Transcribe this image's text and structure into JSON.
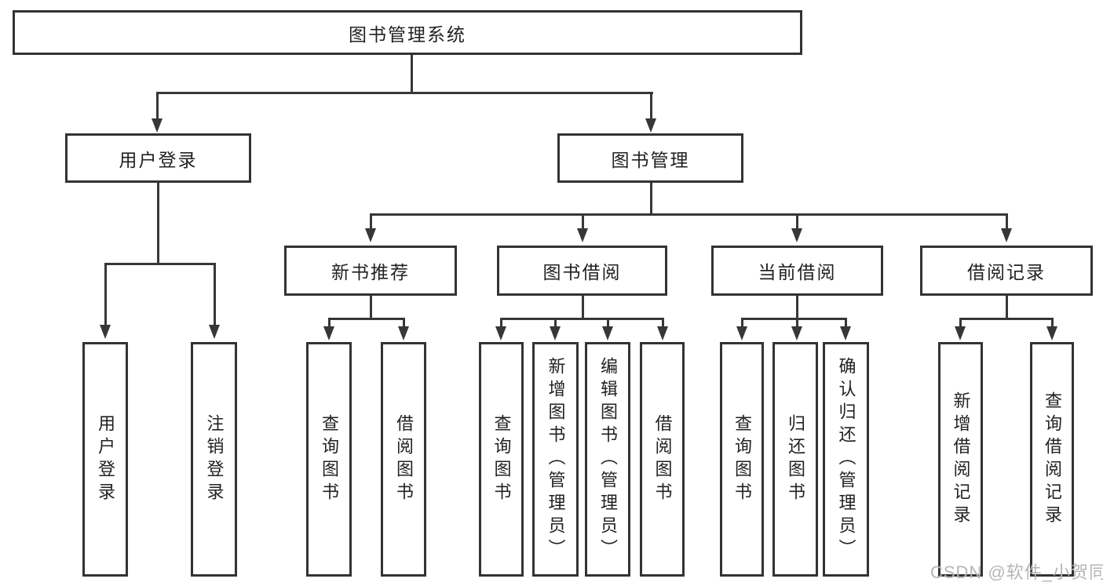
{
  "tree": {
    "root": "图书管理系统",
    "level2": [
      "用户登录",
      "图书管理"
    ],
    "level3": [
      "新书推荐",
      "图书借阅",
      "当前借阅",
      "借阅记录"
    ],
    "leaves": [
      "用户登录",
      "注销登录",
      "查询图书",
      "借阅图书",
      "查询图书",
      "新增图书（管理员）",
      "编辑图书（管理员）",
      "借阅图书",
      "查询图书",
      "归还图书",
      "确认归还（管理员）",
      "新增借阅记录",
      "查询借阅记录"
    ]
  },
  "watermark": "CSDN @软件_小贺同学",
  "colors": {
    "line": "#373737",
    "text": "#222222",
    "background": "#ffffff",
    "watermark": "#b5b5b5"
  }
}
